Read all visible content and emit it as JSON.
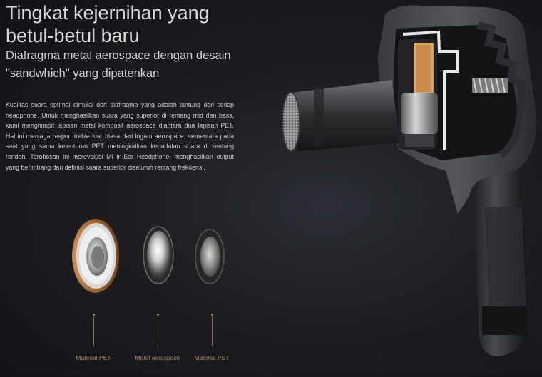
{
  "header": {
    "title_line1": "Tingkat kejernihan yang",
    "title_line2": "betul-betul baru",
    "subtitle_line1": "Diafragma metal aerospace dengan desain",
    "subtitle_line2": "\"sandwhich\" yang dipatenkan"
  },
  "description": "Kualitas suara optimal dimulai dari diafragma yang adalah jantung dari setiap headphone. Untuk menghasilkan suara yang superior di rentang mid dan bass, kami menghimpit lapisan metal komposit aerospace diantara dua lapisan PET. Hal ini menjaga respon treble luar biasa dari logam aerospace, sementara pada saat yang sama kelenturan PET meningkatkan kepadatan suara di rentang rendah. Terobosan ini merevolusi Mi In-Ear Headphone, menghasilkan output yang berimbang dan definisi suara superior diseluruh rentang frekuensi.",
  "layers": [
    {
      "label": "Material PET"
    },
    {
      "label": "Metal aerospace"
    },
    {
      "label": "Material PET"
    }
  ],
  "colors": {
    "label": "#b3865f",
    "copper": "#c98a4e"
  }
}
